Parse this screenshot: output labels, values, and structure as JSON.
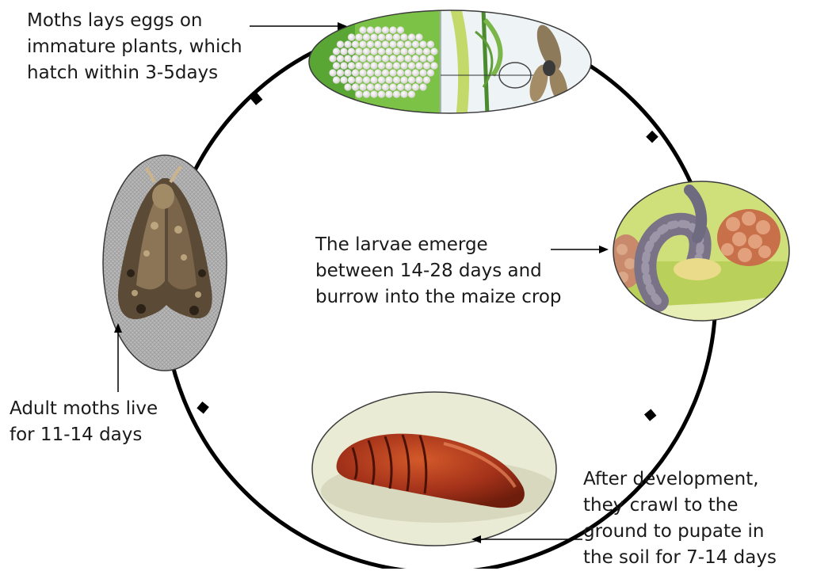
{
  "diagram": {
    "stages": [
      {
        "id": "eggs",
        "lines": [
          "Moths lays eggs on",
          "immature plants, which",
          "hatch within 3-5days"
        ],
        "icon": "egg-cluster-and-moth-illustration"
      },
      {
        "id": "larvae",
        "lines": [
          "The larvae emerge",
          "between 14-28 days and",
          "burrow into the maize crop"
        ],
        "icon": "caterpillar-in-maize"
      },
      {
        "id": "pupa",
        "lines": [
          "After development,",
          "they crawl to the",
          "ground to pupate in",
          "the soil for 7-14 days"
        ],
        "icon": "pupa-photo"
      },
      {
        "id": "adult",
        "lines": [
          "Adult moths live",
          "for 11-14 days"
        ],
        "icon": "adult-moth-photo"
      }
    ],
    "colors": {
      "cycle_line": "#000000",
      "egg_background": "#7cc247",
      "pupa_color": "#9c2d12",
      "moth_background": "#8a8a8a",
      "larvae_background": "#c9d96e"
    }
  }
}
